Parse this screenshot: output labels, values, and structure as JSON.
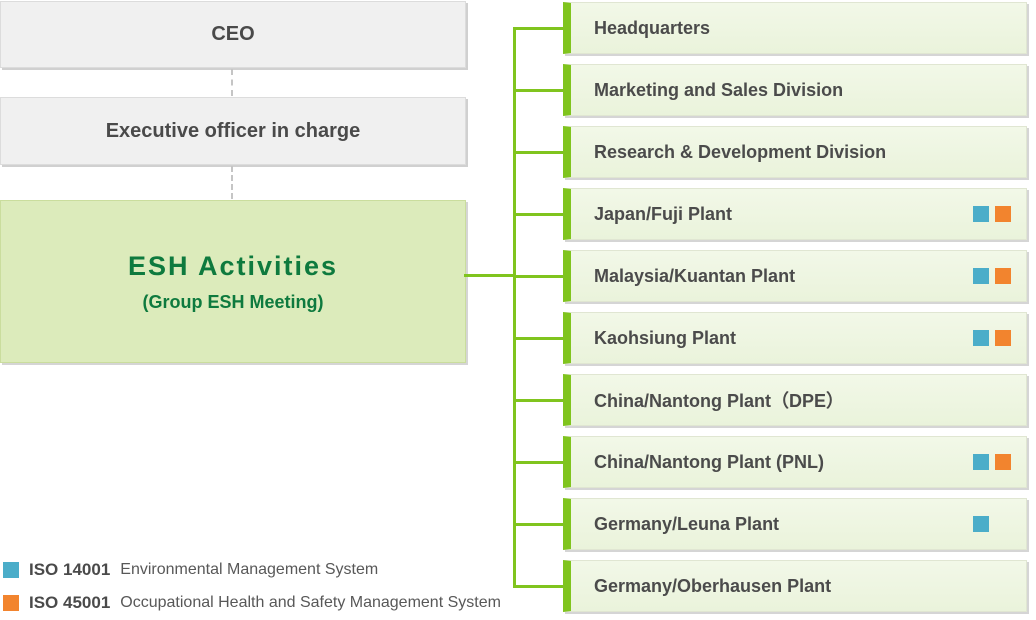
{
  "palette": {
    "accent_green": "#80c41e",
    "esh_box_bg": "#dcebbb",
    "esh_text_green": "#0e7a3e",
    "gray_box_bg": "#f0f0f0",
    "unit_box_bg": "#edf5e0",
    "iso14001_blue": "#4badc9",
    "iso45001_orange": "#f2842e",
    "text_dark_gray": "#4a4a4a"
  },
  "left_column": {
    "ceo_label": "CEO",
    "executive_label": "Executive officer in charge",
    "esh": {
      "title": "ESH Activities",
      "subtitle": "(Group ESH Meeting)"
    }
  },
  "org_units": [
    {
      "label": "Headquarters",
      "iso14001": false,
      "iso45001": false
    },
    {
      "label": "Marketing and Sales Division",
      "iso14001": false,
      "iso45001": false
    },
    {
      "label": "Research & Development Division",
      "iso14001": false,
      "iso45001": false
    },
    {
      "label": "Japan/Fuji Plant",
      "iso14001": true,
      "iso45001": true
    },
    {
      "label": "Malaysia/Kuantan Plant",
      "iso14001": true,
      "iso45001": true
    },
    {
      "label": "Kaohsiung Plant",
      "iso14001": true,
      "iso45001": true
    },
    {
      "label": "China/Nantong Plant（DPE）",
      "iso14001": false,
      "iso45001": false
    },
    {
      "label": "China/Nantong Plant (PNL)",
      "iso14001": true,
      "iso45001": true
    },
    {
      "label": "Germany/Leuna Plant",
      "iso14001": true,
      "iso45001": false
    },
    {
      "label": "Germany/Oberhausen Plant",
      "iso14001": false,
      "iso45001": false
    }
  ],
  "legend": [
    {
      "code": "ISO 14001",
      "description": "Environmental Management System"
    },
    {
      "code": "ISO 45001",
      "description": "Occupational Health and Safety Management System"
    }
  ]
}
